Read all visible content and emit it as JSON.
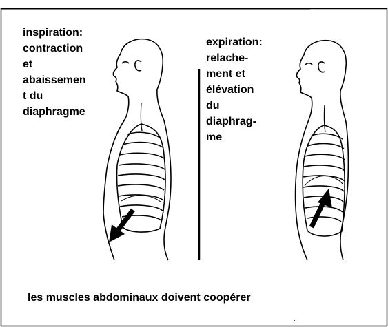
{
  "diagram": {
    "inspiration_label": "inspiration:\ncontraction\net\nabaissemen\nt du\ndiaphragme",
    "expiration_label": "expiration:\nrelache-\nment et\nélévation\ndu\ndiaphrag-\nme",
    "caption": "les muscles abdominaux doivent coopérer",
    "arrows": [
      "arrow-down",
      "arrow-up"
    ]
  }
}
